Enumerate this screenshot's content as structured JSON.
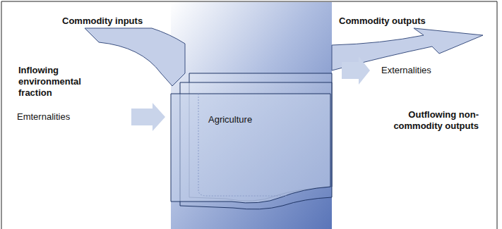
{
  "diagram": {
    "nodes": [
      {
        "text": [
          "Agriculture"
        ]
      }
    ],
    "labels": [
      "Commodity inputs",
      "Commodity outputs",
      "Inflowing environmental fraction",
      "Emternalities",
      "Externalities",
      "Outflowing non-commodity outputs"
    ]
  }
}
